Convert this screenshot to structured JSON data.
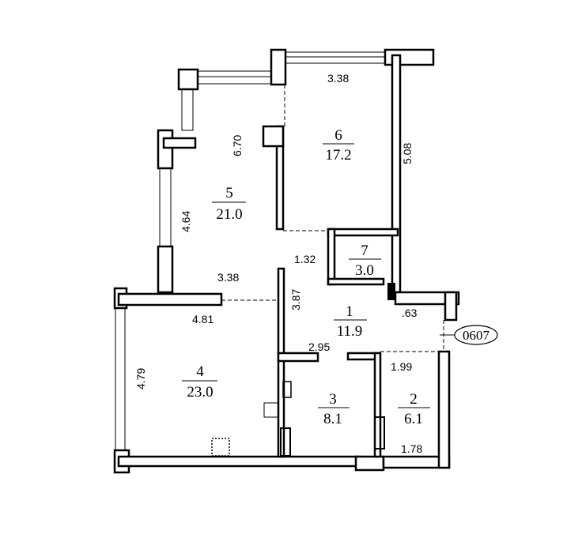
{
  "rooms": [
    {
      "number": "1",
      "area": "11.9"
    },
    {
      "number": "2",
      "area": "6.1"
    },
    {
      "number": "3",
      "area": "8.1"
    },
    {
      "number": "4",
      "area": "23.0"
    },
    {
      "number": "5",
      "area": "21.0"
    },
    {
      "number": "6",
      "area": "17.2"
    },
    {
      "number": "7",
      "area": "3.0"
    }
  ],
  "dimensions": {
    "room6_width": "3.38",
    "room6_length": "5.08",
    "room5_length": "6.70",
    "room5_side": "4.64",
    "room5_width": "3.38",
    "corridor": "1.32",
    "room4_width": "4.81",
    "room4_length": "4.79",
    "hall_length": "3.87",
    "hall_small": ".63",
    "bath_width": "2.95",
    "room2_width": "1.99",
    "room2_bottom": "1.78"
  },
  "apartment_tag": "0607"
}
